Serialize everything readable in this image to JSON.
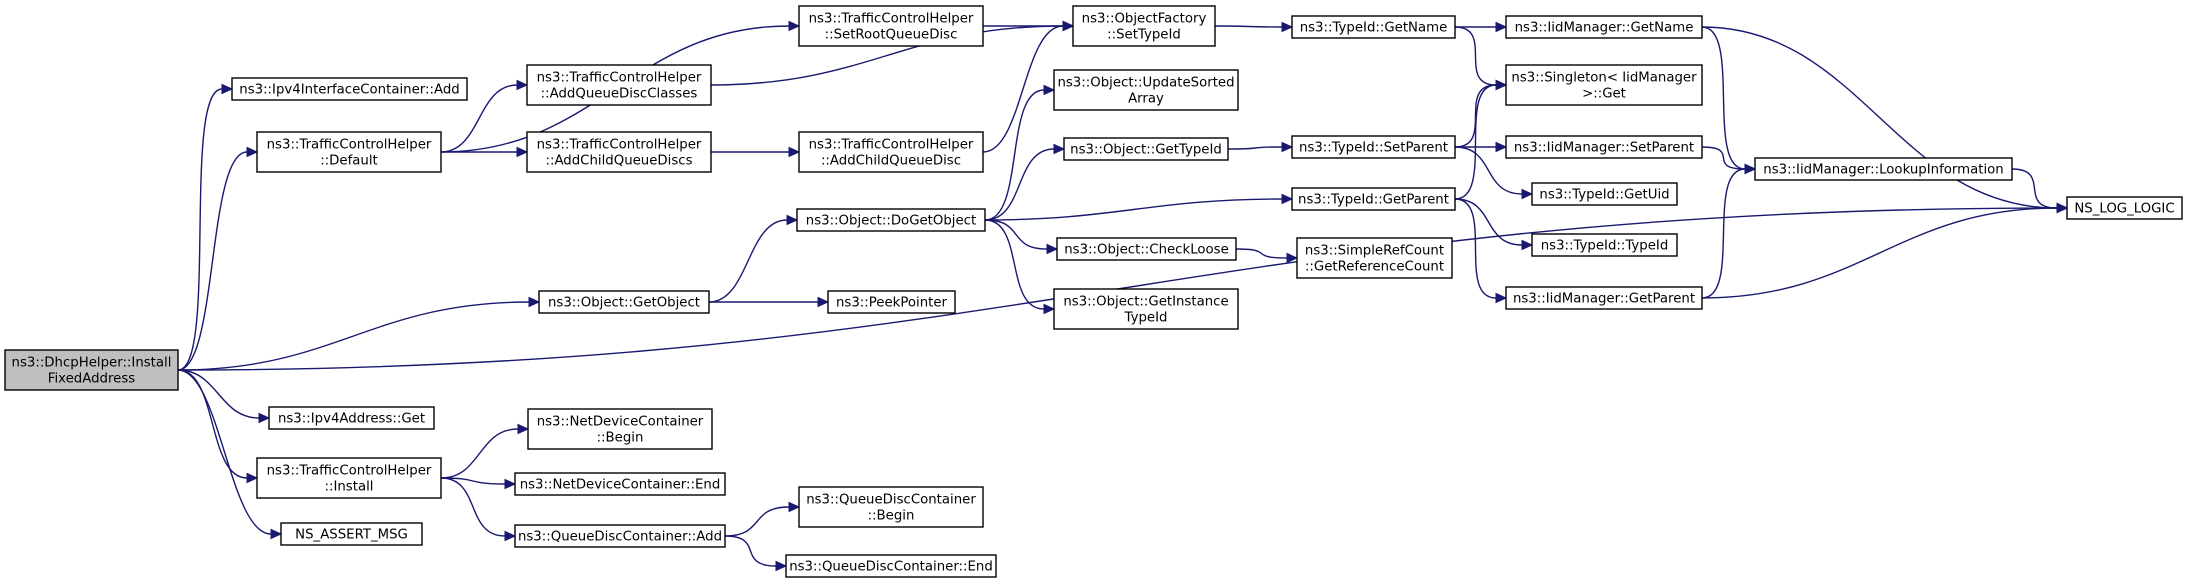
{
  "graph": {
    "colors": {
      "edge": "#191970",
      "root_fill": "#bfbfbf",
      "node_fill": "#ffffff",
      "border": "#000000"
    },
    "nodes": [
      {
        "id": "dhcp_install",
        "lines": [
          "ns3::DhcpHelper::Install",
          "FixedAddress"
        ],
        "root": true
      },
      {
        "id": "ipv4ic_add",
        "lines": [
          "ns3::Ipv4InterfaceContainer::Add"
        ]
      },
      {
        "id": "tch_default",
        "lines": [
          "ns3::TrafficControlHelper",
          "::Default"
        ]
      },
      {
        "id": "obj_getobject",
        "lines": [
          "ns3::Object::GetObject"
        ]
      },
      {
        "id": "ipv4addr_get",
        "lines": [
          "ns3::Ipv4Address::Get"
        ]
      },
      {
        "id": "tch_install",
        "lines": [
          "ns3::TrafficControlHelper",
          "::Install"
        ]
      },
      {
        "id": "ns_assert",
        "lines": [
          "NS_ASSERT_MSG"
        ]
      },
      {
        "id": "tch_setroot",
        "lines": [
          "ns3::TrafficControlHelper",
          "::SetRootQueueDisc"
        ]
      },
      {
        "id": "tch_addqdc",
        "lines": [
          "ns3::TrafficControlHelper",
          "::AddQueueDiscClasses"
        ]
      },
      {
        "id": "tch_addchild",
        "lines": [
          "ns3::TrafficControlHelper",
          "::AddChildQueueDiscs"
        ]
      },
      {
        "id": "ndc_begin",
        "lines": [
          "ns3::NetDeviceContainer",
          "::Begin"
        ]
      },
      {
        "id": "ndc_end",
        "lines": [
          "ns3::NetDeviceContainer::End"
        ]
      },
      {
        "id": "qdc_add",
        "lines": [
          "ns3::QueueDiscContainer::Add"
        ]
      },
      {
        "id": "tch_addchild2",
        "lines": [
          "ns3::TrafficControlHelper",
          "::AddChildQueueDisc"
        ]
      },
      {
        "id": "obj_dogetobject",
        "lines": [
          "ns3::Object::DoGetObject"
        ]
      },
      {
        "id": "peekpointer",
        "lines": [
          "ns3::PeekPointer"
        ]
      },
      {
        "id": "qdc_begin",
        "lines": [
          "ns3::QueueDiscContainer",
          "::Begin"
        ]
      },
      {
        "id": "qdc_end",
        "lines": [
          "ns3::QueueDiscContainer::End"
        ]
      },
      {
        "id": "of_settypeid",
        "lines": [
          "ns3::ObjectFactory",
          "::SetTypeId"
        ]
      },
      {
        "id": "obj_updatesorted",
        "lines": [
          "ns3::Object::UpdateSorted",
          "Array"
        ]
      },
      {
        "id": "obj_gettypeid",
        "lines": [
          "ns3::Object::GetTypeId"
        ]
      },
      {
        "id": "obj_checkloose",
        "lines": [
          "ns3::Object::CheckLoose"
        ]
      },
      {
        "id": "obj_getinstancetypeid",
        "lines": [
          "ns3::Object::GetInstance",
          "TypeId"
        ]
      },
      {
        "id": "typeid_getname",
        "lines": [
          "ns3::TypeId::GetName"
        ]
      },
      {
        "id": "typeid_setparent",
        "lines": [
          "ns3::TypeId::SetParent"
        ]
      },
      {
        "id": "typeid_getparent",
        "lines": [
          "ns3::TypeId::GetParent"
        ]
      },
      {
        "id": "src_getrefcount",
        "lines": [
          "ns3::SimpleRefCount",
          "::GetReferenceCount"
        ]
      },
      {
        "id": "iid_getname",
        "lines": [
          "ns3::IidManager::GetName"
        ]
      },
      {
        "id": "singleton_get",
        "lines": [
          "ns3::Singleton< IidManager",
          " >::Get"
        ]
      },
      {
        "id": "iid_setparent",
        "lines": [
          "ns3::IidManager::SetParent"
        ]
      },
      {
        "id": "typeid_getuid",
        "lines": [
          "ns3::TypeId::GetUid"
        ]
      },
      {
        "id": "typeid_typeid",
        "lines": [
          "ns3::TypeId::TypeId"
        ]
      },
      {
        "id": "iid_getparent",
        "lines": [
          "ns3::IidManager::GetParent"
        ]
      },
      {
        "id": "iid_lookup",
        "lines": [
          "ns3::IidManager::LookupInformation"
        ]
      },
      {
        "id": "ns_log_logic",
        "lines": [
          "NS_LOG_LOGIC"
        ]
      }
    ],
    "edges": [
      [
        "dhcp_install",
        "ipv4ic_add"
      ],
      [
        "dhcp_install",
        "tch_default"
      ],
      [
        "dhcp_install",
        "obj_getobject"
      ],
      [
        "dhcp_install",
        "ipv4addr_get"
      ],
      [
        "dhcp_install",
        "tch_install"
      ],
      [
        "dhcp_install",
        "ns_assert"
      ],
      [
        "dhcp_install",
        "ns_log_logic"
      ],
      [
        "tch_default",
        "tch_setroot"
      ],
      [
        "tch_default",
        "tch_addqdc"
      ],
      [
        "tch_default",
        "tch_addchild"
      ],
      [
        "tch_addchild",
        "tch_addchild2"
      ],
      [
        "tch_setroot",
        "of_settypeid"
      ],
      [
        "tch_addqdc",
        "of_settypeid"
      ],
      [
        "tch_addchild2",
        "of_settypeid"
      ],
      [
        "of_settypeid",
        "typeid_getname"
      ],
      [
        "typeid_getname",
        "iid_getname"
      ],
      [
        "typeid_getname",
        "singleton_get"
      ],
      [
        "iid_getname",
        "iid_lookup"
      ],
      [
        "iid_getname",
        "ns_log_logic"
      ],
      [
        "obj_getobject",
        "obj_dogetobject"
      ],
      [
        "obj_getobject",
        "peekpointer"
      ],
      [
        "obj_dogetobject",
        "obj_updatesorted"
      ],
      [
        "obj_dogetobject",
        "obj_gettypeid"
      ],
      [
        "obj_dogetobject",
        "typeid_getparent"
      ],
      [
        "obj_dogetobject",
        "obj_checkloose"
      ],
      [
        "obj_dogetobject",
        "obj_getinstancetypeid"
      ],
      [
        "obj_gettypeid",
        "typeid_setparent"
      ],
      [
        "typeid_setparent",
        "singleton_get"
      ],
      [
        "typeid_setparent",
        "iid_setparent"
      ],
      [
        "typeid_setparent",
        "typeid_getuid"
      ],
      [
        "typeid_getparent",
        "singleton_get"
      ],
      [
        "typeid_getparent",
        "typeid_typeid"
      ],
      [
        "typeid_getparent",
        "iid_getparent"
      ],
      [
        "iid_setparent",
        "iid_lookup"
      ],
      [
        "iid_getparent",
        "iid_lookup"
      ],
      [
        "iid_getparent",
        "ns_log_logic"
      ],
      [
        "iid_lookup",
        "ns_log_logic"
      ],
      [
        "obj_checkloose",
        "src_getrefcount"
      ],
      [
        "tch_install",
        "ndc_begin"
      ],
      [
        "tch_install",
        "ndc_end"
      ],
      [
        "tch_install",
        "qdc_add"
      ],
      [
        "qdc_add",
        "qdc_begin"
      ],
      [
        "qdc_add",
        "qdc_end"
      ]
    ]
  }
}
